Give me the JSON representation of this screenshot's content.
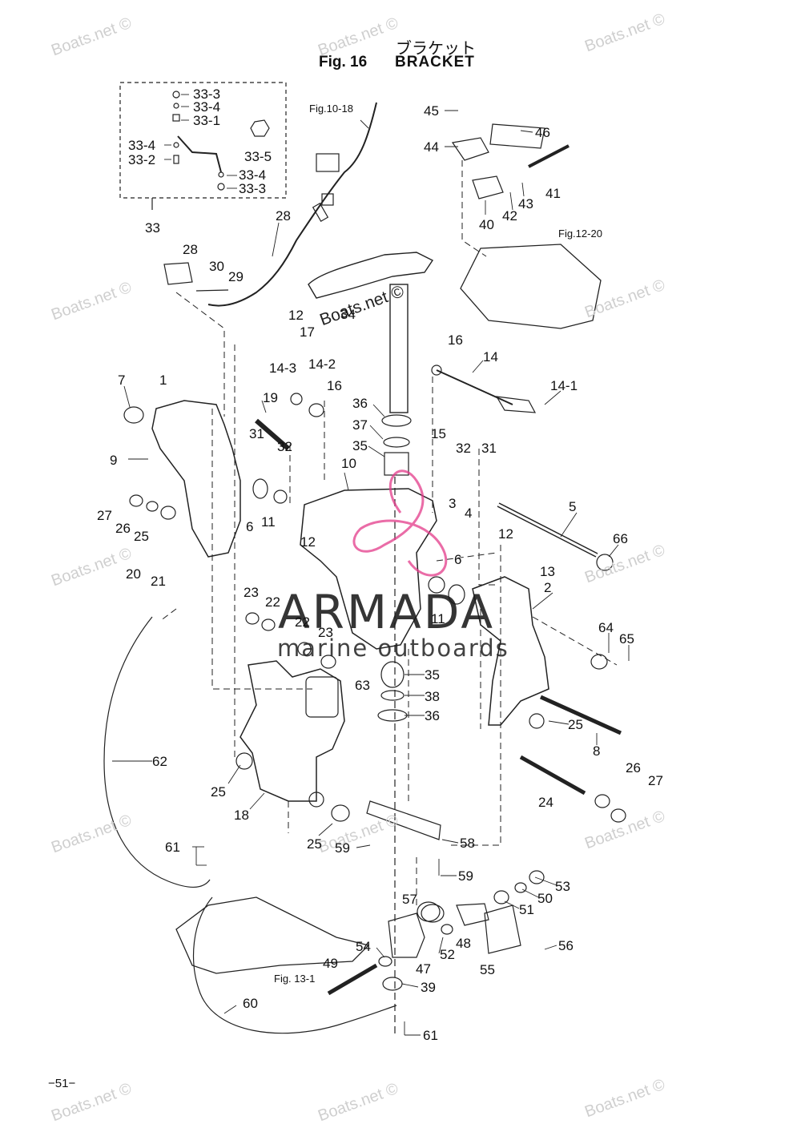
{
  "header": {
    "title_jp": "ブラケット",
    "fig": "Fig. 16",
    "title": "BRACKET"
  },
  "watermark": "Boats.net ©",
  "brand": {
    "name": "ARMADA",
    "tagline": "marine outboards",
    "accent": "#e33b8a"
  },
  "page_number": "−51−",
  "refs": {
    "fig10": "Fig.10-18",
    "fig12": "Fig.12-20",
    "fig13": "Fig. 13-1"
  },
  "labels": {
    "l33_3a": "33-3",
    "l33_4a": "33-4",
    "l33_1": "33-1",
    "l33_4b": "33-4",
    "l33_2": "33-2",
    "l33_5": "33-5",
    "l33_4c": "33-4",
    "l33_3b": "33-3",
    "l33": "33",
    "l28a": "28",
    "l28b": "28",
    "l30": "30",
    "l29": "29",
    "l34": "34",
    "l12a": "12",
    "l17": "17",
    "l45": "45",
    "l46": "46",
    "l44": "44",
    "l40": "40",
    "l42": "42",
    "l43": "43",
    "l41": "41",
    "l7": "7",
    "l1": "1",
    "l9": "9",
    "l27a": "27",
    "l26a": "26",
    "l25a": "25",
    "l6a": "6",
    "l11a": "11",
    "l19": "19",
    "l14_3": "14-3",
    "l14_2": "14-2",
    "l16a": "16",
    "l31a": "31",
    "l32a": "32",
    "l36a": "36",
    "l37": "37",
    "l35a": "35",
    "l10": "10",
    "l16b": "16",
    "l14": "14",
    "l14_1": "14-1",
    "l15": "15",
    "l32b": "32",
    "l31b": "31",
    "l5": "5",
    "l3": "3",
    "l4": "4",
    "l12b": "12",
    "l12c": "12",
    "l13": "13",
    "l66": "66",
    "l20": "20",
    "l21": "21",
    "l23a": "23",
    "l22a": "22",
    "l22b": "22",
    "l23b": "23",
    "l6b": "6",
    "l11b": "11",
    "l2": "2",
    "l64": "64",
    "l65": "65",
    "l63": "63",
    "l35b": "35",
    "l38": "38",
    "l36b": "36",
    "l25b": "25",
    "l8": "8",
    "l62": "62",
    "l25c": "25",
    "l18": "18",
    "l25d": "25",
    "l59a": "59",
    "l58": "58",
    "l59b": "59",
    "l26b": "26",
    "l27b": "27",
    "l24": "24",
    "l61a": "61",
    "l53": "53",
    "l50": "50",
    "l51": "51",
    "l57": "57",
    "l48": "48",
    "l52": "52",
    "l56": "56",
    "l54": "54",
    "l55": "55",
    "l47": "47",
    "l49": "49",
    "l39": "39",
    "l60": "60",
    "l61b": "61"
  }
}
